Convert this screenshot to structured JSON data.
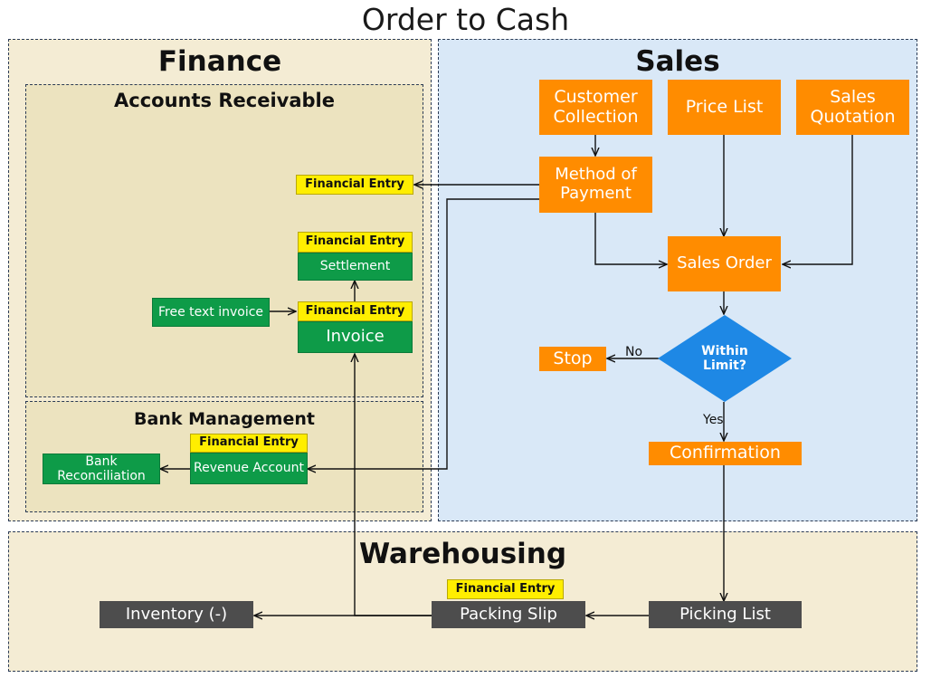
{
  "title": "Order to Cash",
  "regions": {
    "finance": "Finance",
    "sales": "Sales",
    "warehousing": "Warehousing",
    "accounts_receivable": "Accounts Receivable",
    "bank_management": "Bank Management"
  },
  "sales": {
    "customer_collection": "Customer Collection",
    "price_list": "Price List",
    "sales_quotation": "Sales Quotation",
    "method_of_payment": "Method of Payment",
    "sales_order": "Sales Order",
    "within_limit": "Within Limit?",
    "stop": "Stop",
    "confirmation": "Confirmation",
    "no_label": "No",
    "yes_label": "Yes"
  },
  "finance": {
    "financial_entry_ar": "Financial Entry",
    "financial_entry_settlement": "Financial Entry",
    "settlement": "Settlement",
    "free_text_invoice": "Free text invoice",
    "financial_entry_invoice": "Financial Entry",
    "invoice": "Invoice",
    "financial_entry_bank": "Financial Entry",
    "revenue_account": "Revenue Account",
    "bank_reconciliation": "Bank Reconciliation"
  },
  "warehousing": {
    "financial_entry_packing": "Financial Entry",
    "inventory": "Inventory (-)",
    "packing_slip": "Packing Slip",
    "picking_list": "Picking List"
  },
  "colors": {
    "process_orange": "#ff8c00",
    "decision_blue": "#1e88e5",
    "finance_green": "#0e9b48",
    "entry_yellow": "#ffee00",
    "warehouse_gray": "#4d4d4d",
    "finance_bg": "#f4ecd4",
    "sales_bg": "#d9e8f7"
  }
}
